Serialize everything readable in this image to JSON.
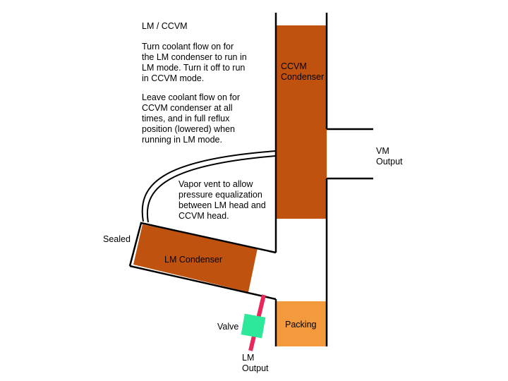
{
  "colors": {
    "condenser": "#c0520f",
    "packing": "#f39a3e",
    "valve": "#2ee89a",
    "valve_stem": "#e8285a",
    "outline": "#000000",
    "background": "#ffffff"
  },
  "text": {
    "title": "LM / CCVM",
    "note1": [
      "Turn coolant flow on for",
      "the LM condenser to run in",
      "LM mode. Turn it off to run",
      "in CCVM mode."
    ],
    "note2": [
      "Leave coolant flow on for",
      "CCVM condenser at all",
      "times, and in full reflux",
      "position (lowered) when",
      "running in LM mode."
    ],
    "vent_note": [
      "Vapor vent to allow",
      "pressure equalization",
      "between LM head and",
      "CCVM head."
    ],
    "ccvm_condenser": [
      "CCVM",
      "Condenser"
    ],
    "vm_output": [
      "VM",
      "Output"
    ],
    "sealed": "Sealed",
    "lm_condenser": "LM Condenser",
    "valve": "Valve",
    "packing": "Packing",
    "lm_output": [
      "LM",
      "Output"
    ]
  }
}
